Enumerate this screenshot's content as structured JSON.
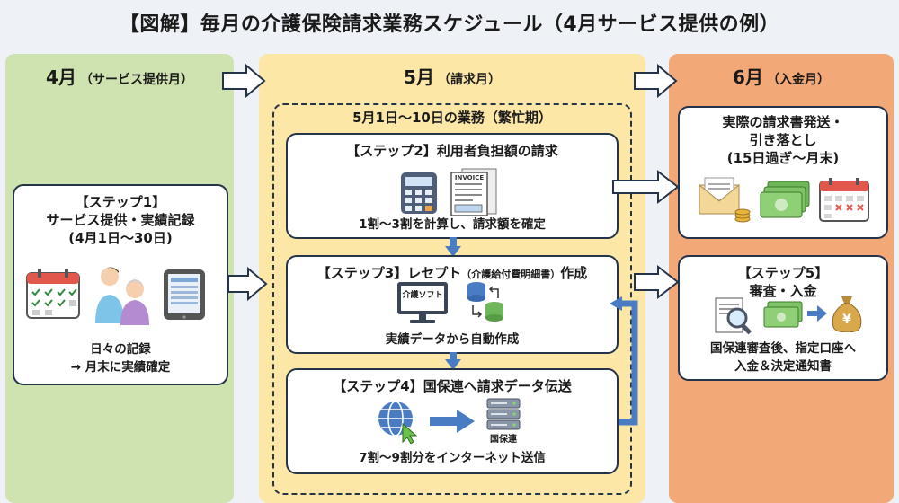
{
  "title": "【図解】毎月の介護保険請求業務スケジュール（4月サービス提供の例）",
  "columns": {
    "april": {
      "month": "4月",
      "sub": "（サービス提供月）"
    },
    "may": {
      "month": "5月",
      "sub": "（請求月）"
    },
    "june": {
      "month": "6月",
      "sub": "（入金月）"
    }
  },
  "step1": {
    "title": "【ステップ1】",
    "subtitle": "サービス提供・実績記録",
    "period": "(4月1日〜30日)",
    "line1": "日々の記録",
    "line2": "→ 月末に実績確定"
  },
  "busy_period": "5月1日〜10日の業務（繁忙期）",
  "step2": {
    "title": "【ステップ2】利用者負担額の請求",
    "desc": "1割〜3割を計算し、請求額を確定",
    "invoice_label": "INVOICE"
  },
  "step3": {
    "title_a": "【ステップ3】レセプト",
    "title_b": "（介護給付費明細書）",
    "title_c": "作成",
    "software_label": "介護ソフト",
    "desc": "実績データから自動作成"
  },
  "step4": {
    "title": "【ステップ4】国保連へ請求データ伝送",
    "server_label": "国保連",
    "desc": "7割〜9割分をインターネット送信"
  },
  "june_top": {
    "line1": "実際の請求書発送・",
    "line2": "引き落とし",
    "line3": "(15日過ぎ〜月末)"
  },
  "step5": {
    "title": "【ステップ5】",
    "subtitle": "審査・入金",
    "line1": "国保連審査後、指定口座へ",
    "line2": "入金＆決定通知書"
  },
  "colors": {
    "april_bg": "#cfe3b0",
    "may_bg": "#fde7a7",
    "june_bg": "#f3a877",
    "flow_arrow": "#4a7cc4",
    "border": "#24324a"
  }
}
